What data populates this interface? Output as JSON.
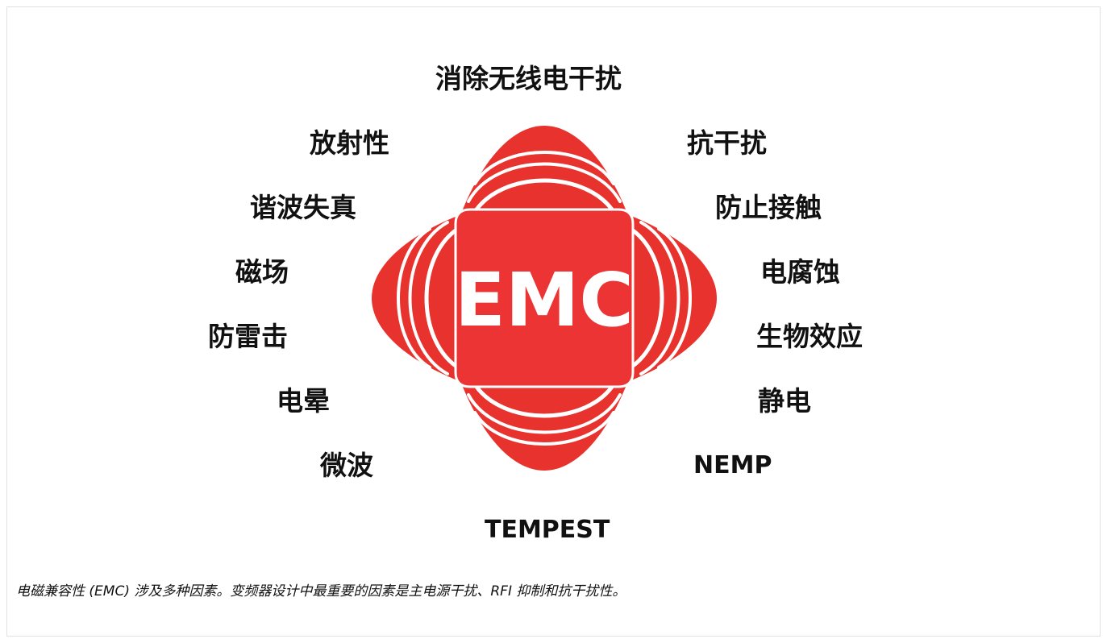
{
  "diagram": {
    "center_label": "EMC",
    "colors": {
      "primary_red": "#e8322d",
      "center_red": "#ec3434",
      "text": "#111111",
      "frame_border": "#e1e1e1"
    },
    "labels": {
      "top": "消除无线电干扰",
      "bottom": "TEMPEST",
      "left": [
        "放射性",
        "谐波失真",
        "磁场",
        "防雷击",
        "电晕",
        "微波"
      ],
      "right": [
        "抗干扰",
        "防止接触",
        "电腐蚀",
        "生物效应",
        "静电",
        "NEMP"
      ]
    }
  },
  "caption": "电磁兼容性 (EMC) 涉及多种因素。变频器设计中最重要的因素是主电源干扰、RFI 抑制和抗干扰性。"
}
